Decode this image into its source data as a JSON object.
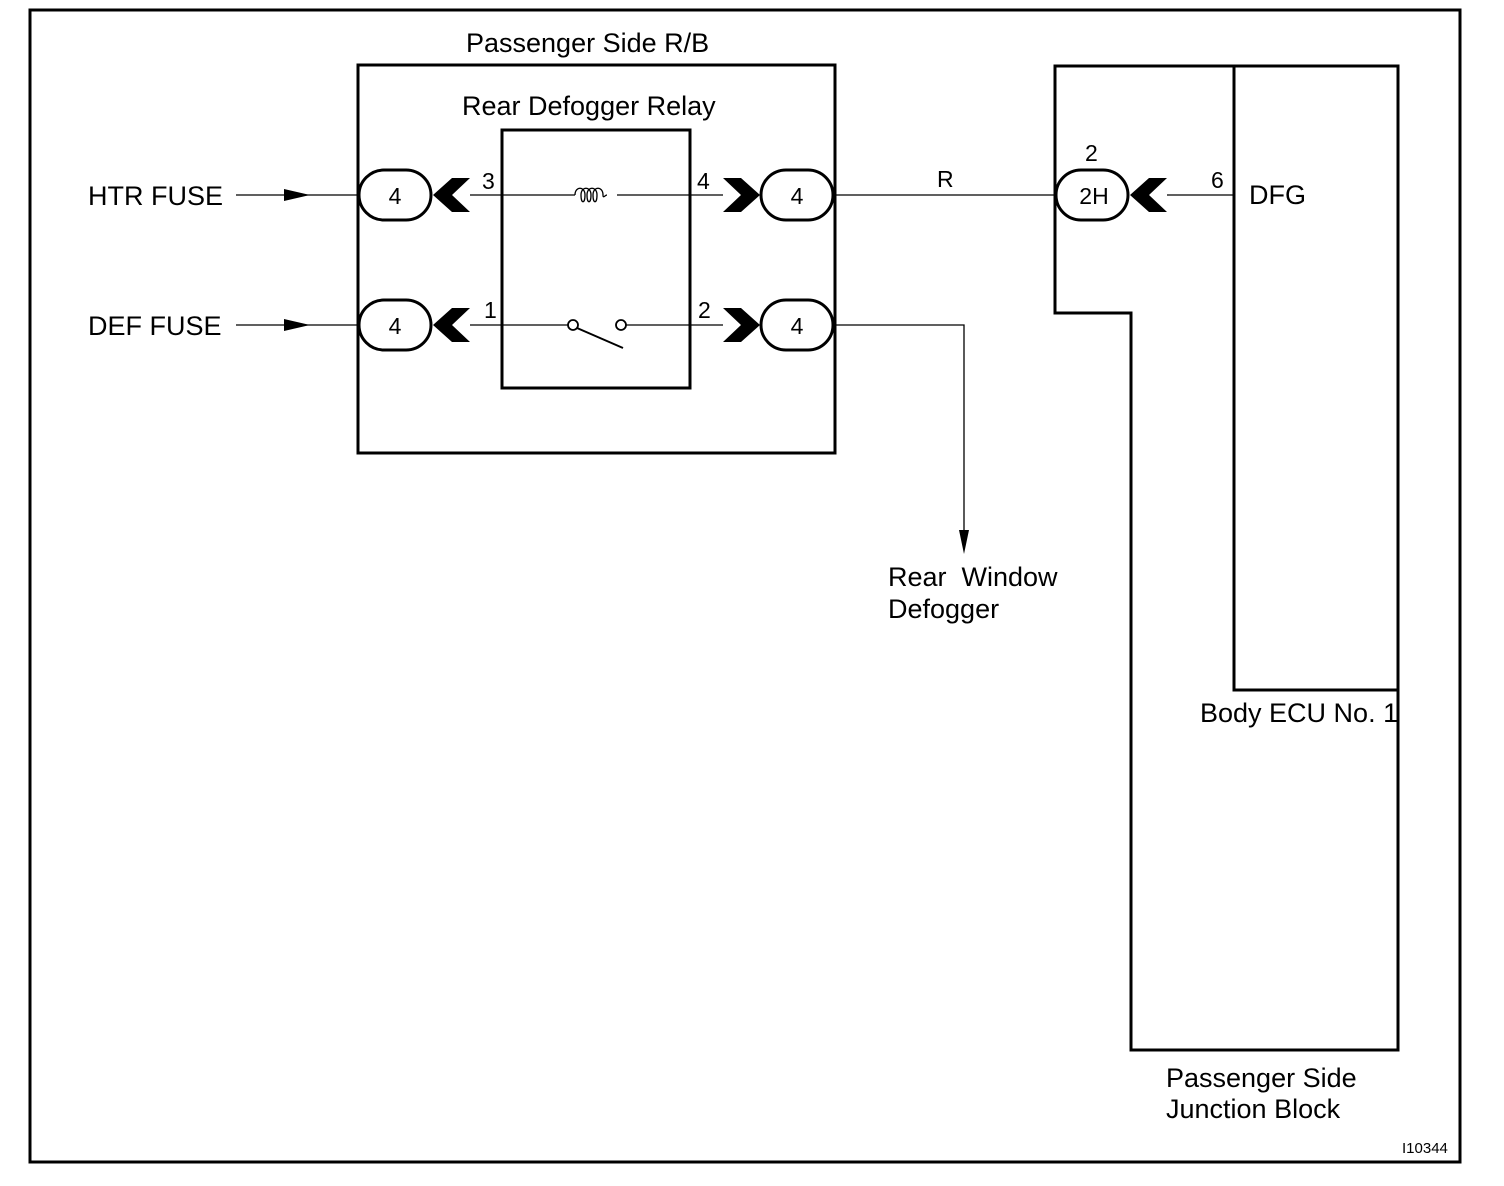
{
  "inputs": {
    "htr_fuse": "HTR FUSE",
    "def_fuse": "DEF FUSE"
  },
  "relay_box": {
    "title": "Passenger Side R/B",
    "relay_title": "Rear Defogger Relay",
    "connector_label": "4",
    "pins": {
      "p1": "1",
      "p2": "2",
      "p3": "3",
      "p4": "4"
    }
  },
  "wire_color": "R",
  "output": {
    "line1": "Rear  Window",
    "line2": "Defogger"
  },
  "junction_block": {
    "label_line1": "Passenger Side",
    "label_line2": "Junction Block",
    "connector": "2H",
    "connector_pin": "2"
  },
  "ecu": {
    "label": "Body ECU No. 1",
    "pin": "6",
    "terminal": "DFG"
  },
  "figure_code": "I10344"
}
